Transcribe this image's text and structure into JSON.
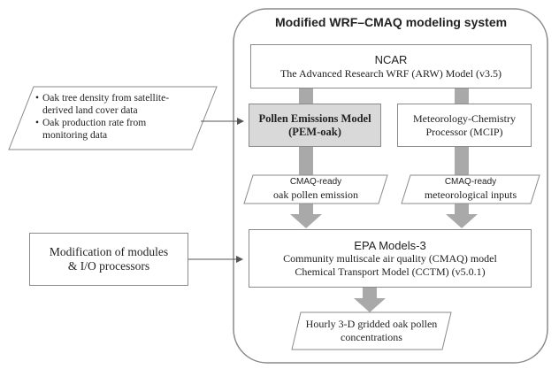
{
  "system_title": "Modified WRF–CMAQ modeling system",
  "ncar": {
    "title": "NCAR",
    "subtitle": "The Advanced Research WRF (ARW)  Model (v3.5)"
  },
  "pem": {
    "line1": "Pollen Emissions Model",
    "line2": "(PEM-oak)"
  },
  "mcip": {
    "line1": "Meteorology-Chemistry",
    "line2": "Processor (MCIP)"
  },
  "pollen_emission": {
    "label": "CMAQ-ready",
    "text": "oak pollen emission"
  },
  "met_inputs": {
    "label": "CMAQ-ready",
    "text": "meteorological  inputs"
  },
  "epa": {
    "title": "EPA Models-3",
    "line1": "Community multiscale air quality (CMAQ) model",
    "line2": "Chemical Transport Model (CCTM) (v5.0.1)"
  },
  "output": {
    "line1": "Hourly 3-D gridded oak pollen",
    "line2": "concentrations"
  },
  "inputs_data": {
    "bullet1_line1": "Oak tree density from satellite-",
    "bullet1_line2": "derived land cover data",
    "bullet2_line1": "Oak production rate from",
    "bullet2_line2": "monitoring data"
  },
  "modification": {
    "line1": "Modification of modules",
    "line2": "& I/O processors"
  },
  "colors": {
    "border": "#8a8a8a",
    "arrow": "#a9a9a9",
    "pem_fill": "#d9d9d9",
    "connector": "#555555"
  }
}
